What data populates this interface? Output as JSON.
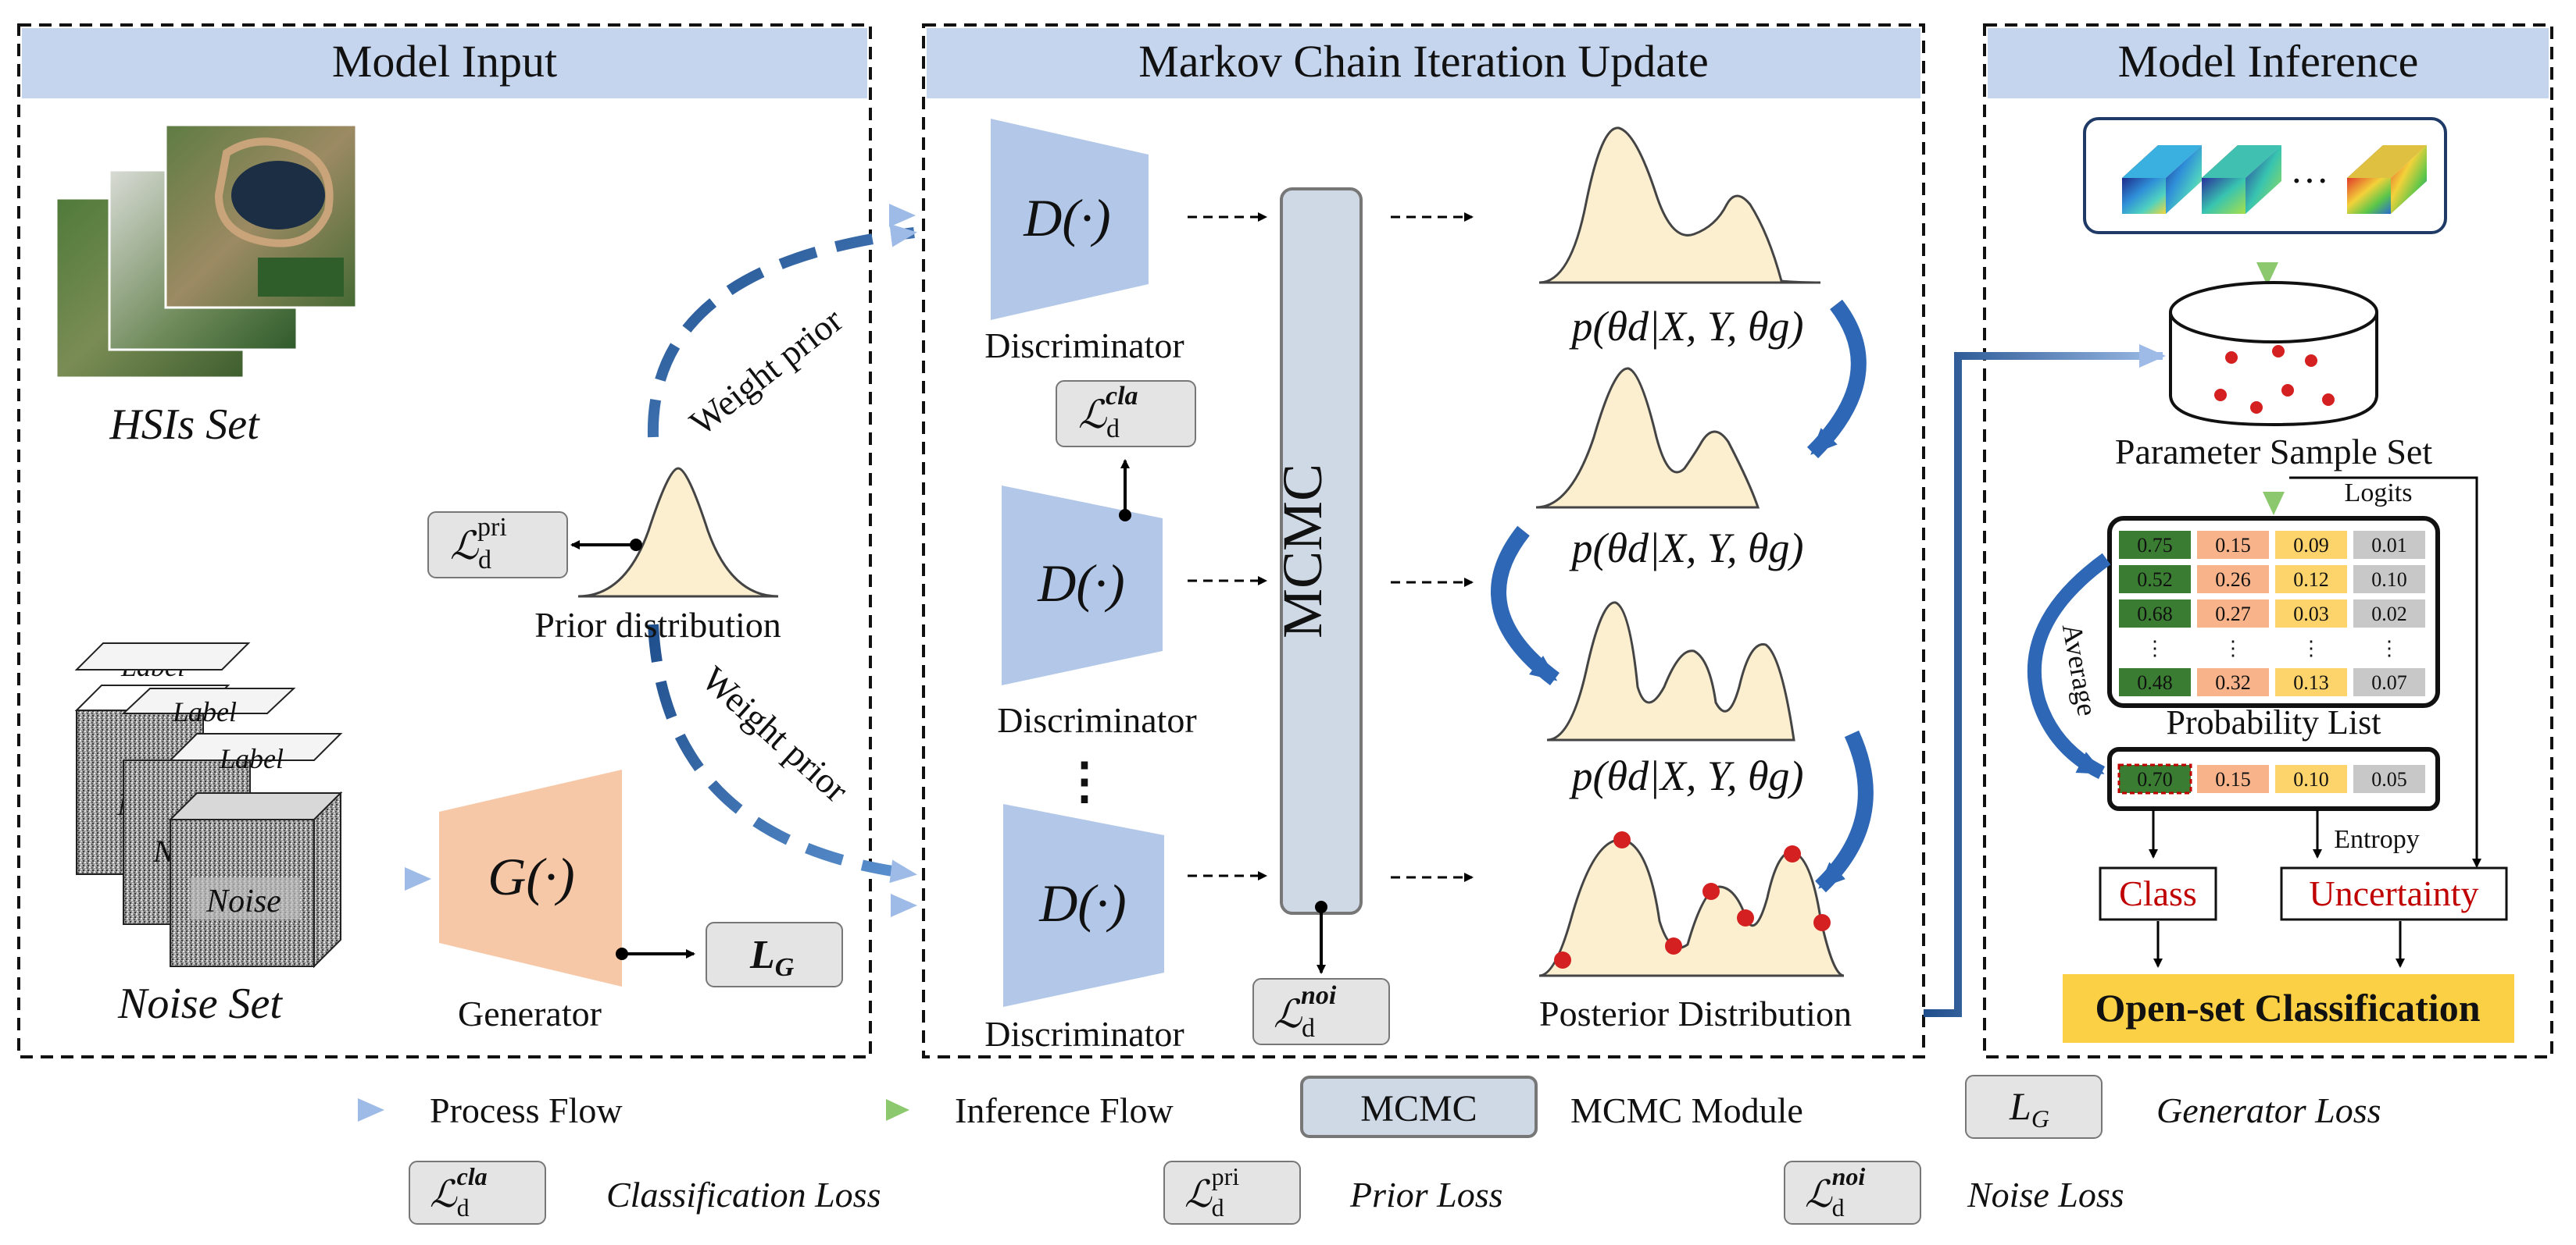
{
  "panels": {
    "input": {
      "title": "Model Input"
    },
    "markov": {
      "title": "Markov Chain Iteration Update"
    },
    "inference": {
      "title": "Model Inference"
    }
  },
  "input": {
    "hsi_label": "HSIs Set",
    "noise_set_label": "Noise Set",
    "cube_top_label": "Label",
    "cube_front_label": "Noise",
    "cube_hidden_label": "N",
    "weight_prior_upper": "Weight prior",
    "weight_prior_lower": "Weight prior",
    "prior_label": "Prior distribution",
    "loss_pri": {
      "main": "ℒ",
      "sub": "d",
      "sup": "pri"
    },
    "generator_symbol": "G(·)",
    "generator_label": "Generator",
    "loss_g": {
      "main": "L",
      "sub": "G"
    }
  },
  "markov": {
    "discriminator_symbol": "D(·)",
    "discriminator_label": "Discriminator",
    "vertical_ellipsis": "⋮",
    "mcmc_label": "MCMC",
    "loss_cla": {
      "main": "ℒ",
      "sub": "d",
      "sup": "cla"
    },
    "loss_noi": {
      "main": "ℒ",
      "sub": "d",
      "sup": "noi"
    },
    "posterior_formula": "p(θd|X, Y, θg)",
    "posterior_label": "Posterior Distribution"
  },
  "inference": {
    "ellipsis": "···",
    "sample_set_label": "Parameter Sample Set",
    "logits_label": "Logits",
    "average_label": "Average",
    "prob_list_label": "Probability List",
    "prob_table": [
      [
        "0.75",
        "0.15",
        "0.09",
        "0.01"
      ],
      [
        "0.52",
        "0.26",
        "0.12",
        "0.10"
      ],
      [
        "0.68",
        "0.27",
        "0.03",
        "0.02"
      ],
      [
        "⋮",
        "⋮",
        "⋮",
        "⋮"
      ],
      [
        "0.48",
        "0.32",
        "0.13",
        "0.07"
      ]
    ],
    "avg_row": [
      "0.70",
      "0.15",
      "0.10",
      "0.05"
    ],
    "entropy_label": "Entropy",
    "class_label": "Class",
    "uncertainty_label": "Uncertainty",
    "openset_label": "Open-set Classification"
  },
  "legend": {
    "process_flow": "Process Flow",
    "inference_flow": "Inference Flow",
    "mcmc_box": "MCMC",
    "mcmc_module": "MCMC Module",
    "generator_loss": "Generator Loss",
    "classification_loss": "Classification Loss",
    "prior_loss": "Prior Loss",
    "noise_loss": "Noise Loss"
  },
  "colors": {
    "header_fill": "#c6d5ee",
    "discriminator_fill": "#b3c8e8",
    "generator_fill": "#f7c8a8",
    "mcmc_fill": "#cfd9e6",
    "distribution_fill": "#fcefd0",
    "loss_box_fill": "#e4e4e4",
    "class_text": "#c00000",
    "openset_fill": "#fbd044",
    "flow_blue": "#1f4e8c",
    "flow_green": "#70ad47",
    "cell_green": "#3a7d32",
    "cell_orange": "#f8b38a",
    "cell_yellow": "#fdd36b",
    "cell_gray": "#c8c8c8",
    "sample_dot": "#d42020"
  }
}
